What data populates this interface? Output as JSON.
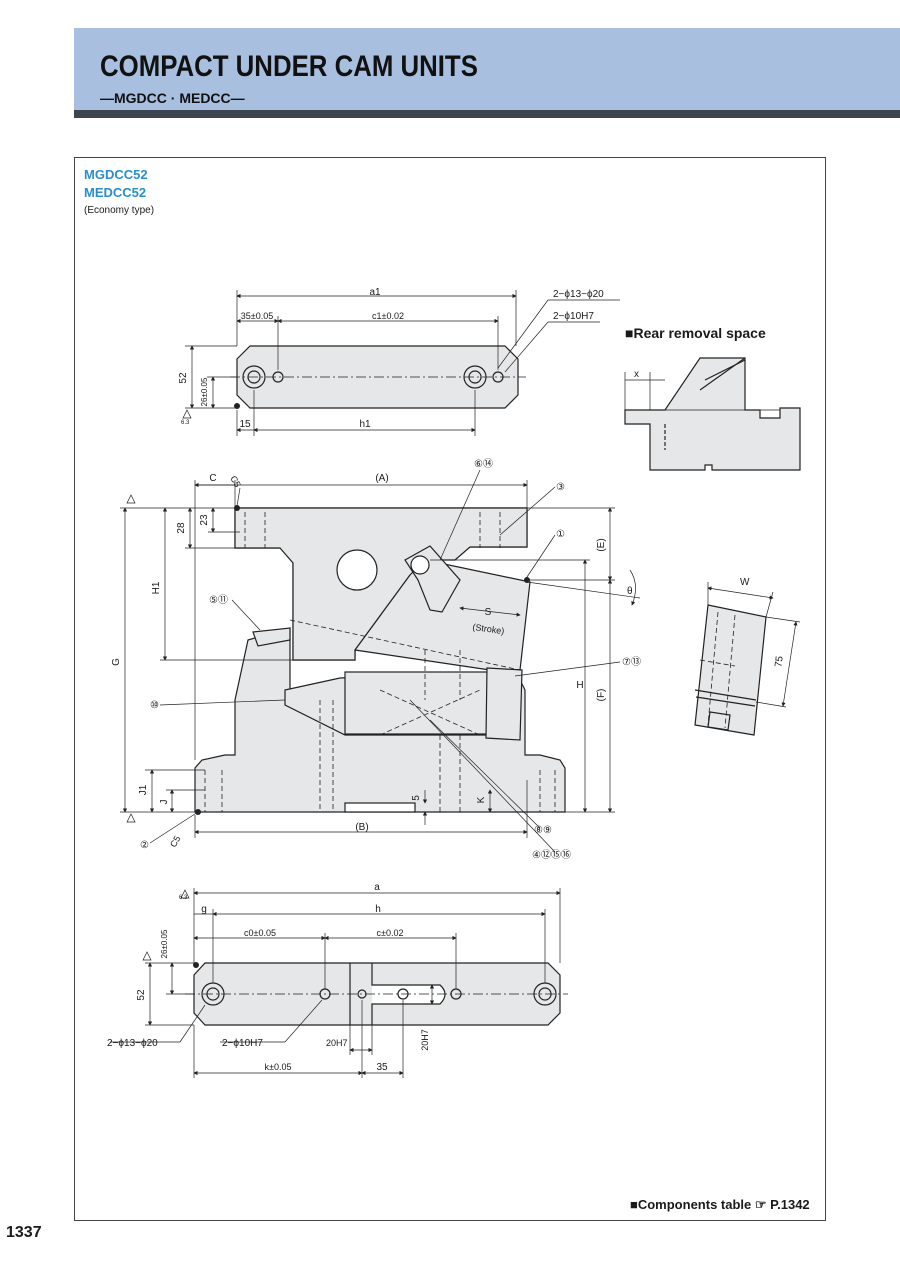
{
  "header": {
    "title": "COMPACT UNDER CAM UNITS",
    "subtitle": "—MGDCC · MEDCC—"
  },
  "models": {
    "model1": "MGDCC52",
    "model2": "MEDCC52",
    "type": "(Economy type)"
  },
  "rear_removal": {
    "label": "■Rear removal space",
    "x": "x"
  },
  "side_view": {
    "w": "W",
    "h75": "75"
  },
  "top_view": {
    "a1": "a1",
    "d35": "35±0.05",
    "c1": "c1±0.02",
    "holes1": "2−ϕ13−ϕ20",
    "holes2": "2−ϕ10H7",
    "h52": "52",
    "h26": "26±0.05",
    "d15": "15",
    "h1": "h1",
    "r63": "6.3"
  },
  "front_view": {
    "A": "(A)",
    "C": "C",
    "C5": "C5",
    "d28": "28",
    "d23": "23",
    "H1": "H1",
    "G": "G",
    "J1": "J1",
    "J": "J",
    "B": "(B)",
    "d5": "5",
    "K": "K",
    "S": "S",
    "stroke": "(Stroke)",
    "E": "(E)",
    "F": "(F)",
    "H": "H",
    "theta": "θ",
    "c614": "⑥⑭",
    "c3": "③",
    "c1": "①",
    "c511": "⑤⑪",
    "c10": "⑩",
    "c713": "⑦⑬",
    "c89": "⑧⑨",
    "c4": "④⑫⑮⑯",
    "c2": "②",
    "C5b": "C5"
  },
  "bottom_view": {
    "a": "a",
    "g": "g",
    "h": "h",
    "c0": "c0±0.05",
    "c": "c±0.02",
    "h26": "26±0.05",
    "h52": "52",
    "holes1": "2−ϕ13−ϕ20",
    "holes2": "2−ϕ10H7",
    "w20": "20H7",
    "w20v": "20H7",
    "k": "k±0.05",
    "d35": "35",
    "r63": "6.3"
  },
  "footer": {
    "components": "■Components table ☞ P.1342",
    "page": "1337"
  },
  "colors": {
    "header_bg": "#a9bfdf",
    "header_bar": "#3d4550",
    "accent": "#2a8fc9",
    "part_fill": "#e6e7e9"
  }
}
